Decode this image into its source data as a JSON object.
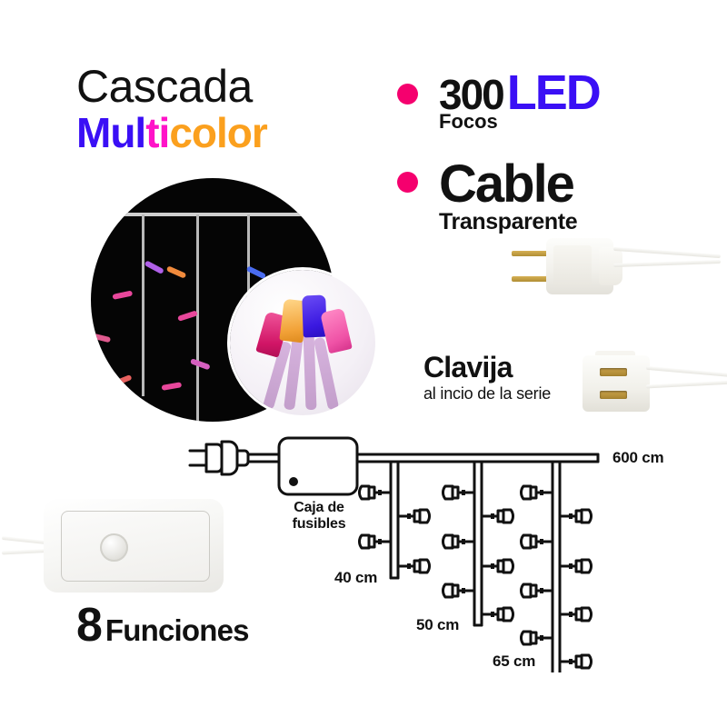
{
  "headline": {
    "line1": "Cascada",
    "multicolor_part1": "Mul",
    "multicolor_part2": "ti",
    "multicolor_part3": "color",
    "colors": {
      "line1": "#111111",
      "part1": "#3A0FF5",
      "part2": "#FF13C8",
      "part3": "#FBA01E"
    }
  },
  "claims": [
    {
      "bullet_color": "#F5006E",
      "number": "300",
      "highlight": "LED",
      "highlight_color": "#3A0FF5",
      "subtitle": "Focos"
    },
    {
      "bullet_color": "#F5006E",
      "title": "Cable",
      "subtitle": "Transparente"
    }
  ],
  "clavija": {
    "title": "Clavija",
    "subtitle": "al incio de la serie"
  },
  "funciones": {
    "count": "8",
    "label": "Funciones"
  },
  "diagram": {
    "fuse_box_label_line1": "Caja de",
    "fuse_box_label_line2": "fusibles",
    "total_length": "600 cm",
    "drops": [
      {
        "label": "40 cm",
        "length_cm": 40,
        "led_count": 4
      },
      {
        "label": "50 cm",
        "length_cm": 50,
        "led_count": 6
      },
      {
        "label": "65 cm",
        "length_cm": 65,
        "led_count": 8
      }
    ]
  },
  "photo": {
    "background_color": "#050505",
    "icicle_colors": [
      "#c85bd6",
      "#e8615f",
      "#4a6cf0",
      "#e8479b",
      "#f08a3c",
      "#7b4ae0",
      "#3fc07a"
    ],
    "inset_bulb_colors": [
      "#e0337f",
      "#f0a93a",
      "#4826e6",
      "#ef52a6"
    ]
  },
  "plug_male": {
    "prong_color": "#c49a45",
    "body_color": "#f5f4ef"
  },
  "plug_female": {
    "slot_color": "#b8913c",
    "body_color": "#f5f4ef"
  },
  "controller": {
    "button_color": "#e0dfda",
    "body_color": "#f7f7f5"
  }
}
